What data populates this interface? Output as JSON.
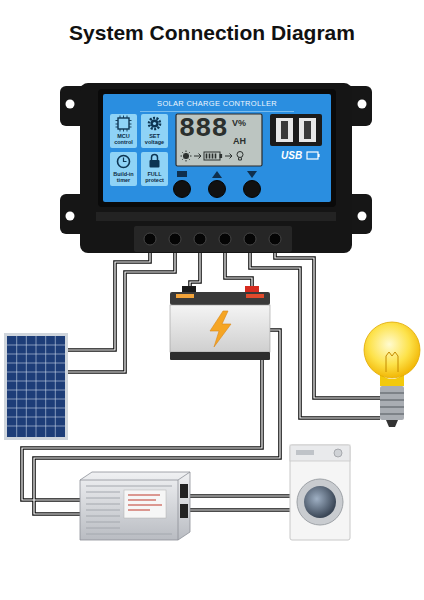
{
  "diagram": {
    "title": "System Connection Diagram",
    "nodes": [
      {
        "text": [
          "SOLAR CHARGE CONTROLLER"
        ]
      },
      {
        "text": [
          "MCU control"
        ],
        "in": 0
      },
      {
        "text": [
          "SET voltage"
        ],
        "in": 0
      },
      {
        "text": [
          "Build-in timer"
        ],
        "in": 0
      },
      {
        "text": [
          "FULL protect"
        ],
        "in": 0
      },
      {
        "text": [
          "888",
          "V%",
          "AH"
        ],
        "in": 0
      }
    ],
    "labels": [
      "USB"
    ]
  }
}
